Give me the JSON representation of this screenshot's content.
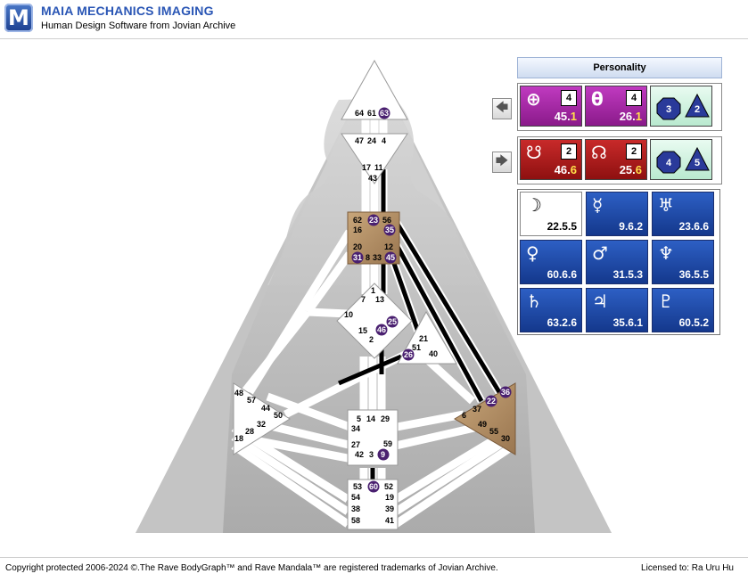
{
  "header": {
    "logo_letter": "M",
    "brand": "MAIA MECHANICS IMAGING",
    "subtitle": "Human Design Software from Jovian Archive"
  },
  "footer": {
    "copyright": "Copyright protected 2006-2024 ©.The Rave BodyGraph™ and Rave Mandala™ are registered trademarks of Jovian Archive.",
    "license": "Licensed to: Ra Uru Hu"
  },
  "panel": {
    "title": "Personality",
    "prev_arrow": "🡄",
    "next_arrow": "🡆",
    "rows": [
      {
        "cells": [
          {
            "glyph": "⊕",
            "line": "4",
            "int": "45.",
            "dec": "1"
          },
          {
            "glyph": "θ",
            "line": "4",
            "int": "26.",
            "dec": "1"
          }
        ],
        "variables": [
          "3",
          "2"
        ]
      },
      {
        "cells": [
          {
            "glyph": "☋",
            "line": "2",
            "int": "46.",
            "dec": "6"
          },
          {
            "glyph": "☊",
            "line": "2",
            "int": "25.",
            "dec": "6"
          }
        ],
        "variables": [
          "4",
          "5"
        ]
      }
    ],
    "planets": [
      {
        "glyph": "☽",
        "value": "22.5.5"
      },
      {
        "glyph": "☿",
        "value": "9.6.2"
      },
      {
        "glyph": "♅",
        "value": "23.6.6"
      },
      {
        "glyph": "♀",
        "value": "60.6.6"
      },
      {
        "glyph": "♂",
        "value": "31.5.3"
      },
      {
        "glyph": "♆",
        "value": "36.5.5"
      },
      {
        "glyph": "♄",
        "value": "63.2.6"
      },
      {
        "glyph": "♃",
        "value": "35.6.1"
      },
      {
        "glyph": "♇",
        "value": "60.5.2"
      }
    ]
  },
  "bodygraph": {
    "gates": {
      "head": [
        "64",
        "61",
        "63"
      ],
      "ajna": [
        "47",
        "24",
        "4",
        "17",
        "11",
        "43"
      ],
      "throat": [
        "62",
        "23",
        "56",
        "16",
        "35",
        "20",
        "12",
        "31",
        "8",
        "33",
        "45"
      ],
      "g": [
        "1",
        "7",
        "13",
        "10",
        "25",
        "15",
        "46",
        "2"
      ],
      "ego": [
        "21",
        "51",
        "26",
        "40"
      ],
      "spleen": [
        "48",
        "57",
        "44",
        "50",
        "32",
        "28",
        "18"
      ],
      "sacral": [
        "5",
        "14",
        "29",
        "34",
        "27",
        "59",
        "42",
        "3",
        "9"
      ],
      "solar": [
        "36",
        "22",
        "6",
        "37",
        "49",
        "55",
        "30"
      ],
      "root": [
        "53",
        "60",
        "52",
        "54",
        "19",
        "38",
        "39",
        "58",
        "41"
      ]
    }
  }
}
